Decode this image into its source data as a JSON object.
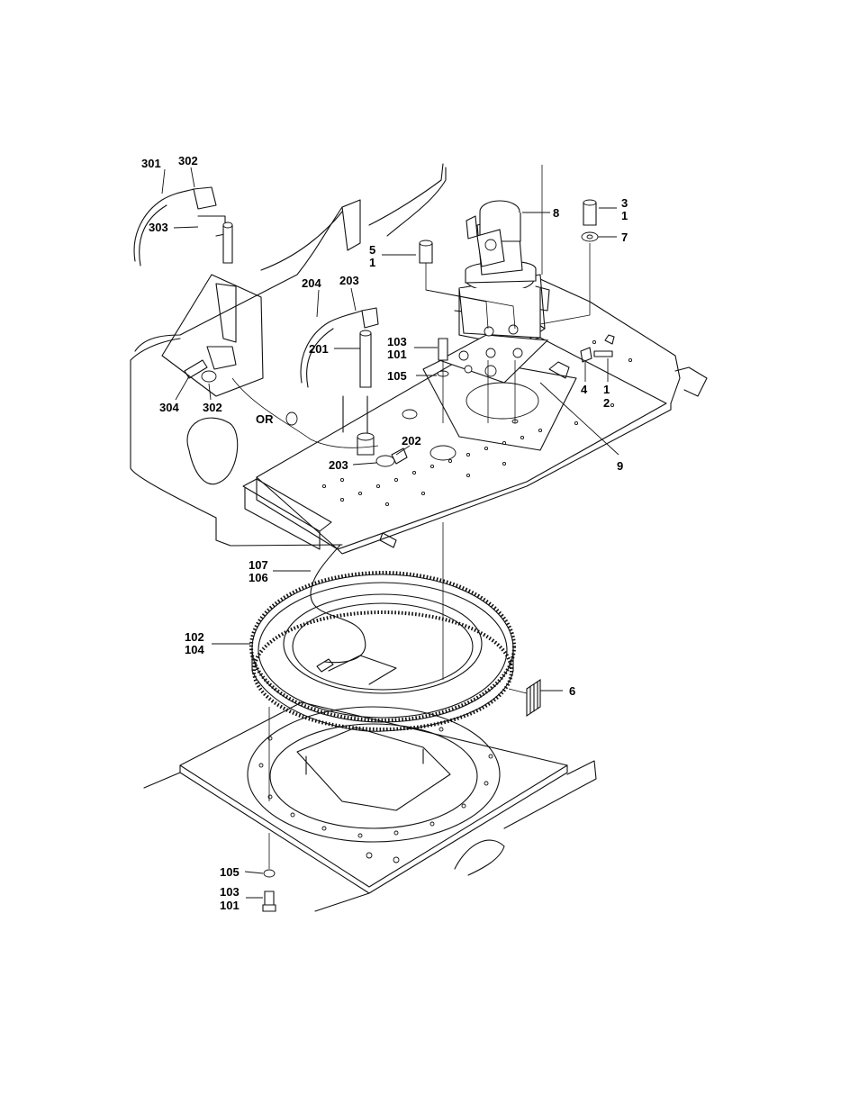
{
  "callouts": {
    "c301": "301",
    "c302a": "302",
    "c303": "303",
    "c304": "304",
    "c302b": "302",
    "c204": "204",
    "c203a": "203",
    "c201": "201",
    "c202": "202",
    "c203b": "203",
    "cOR": "OR",
    "c5": "5",
    "c1a": "1",
    "c8": "8",
    "c3": "3",
    "c1b": "1",
    "c7": "7",
    "c103a": "103",
    "c101a": "101",
    "c105a": "105",
    "c4": "4",
    "c1c": "1",
    "c2": "2",
    "c9": "9",
    "c107": "107",
    "c106": "106",
    "c102": "102",
    "c104": "104",
    "c6": "6",
    "c105b": "105",
    "c103b": "103",
    "c101b": "101"
  }
}
